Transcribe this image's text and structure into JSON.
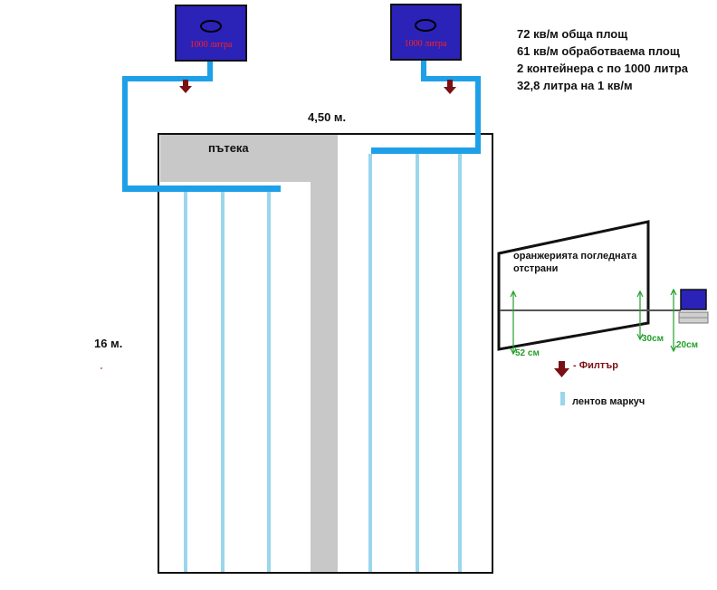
{
  "tanks": [
    {
      "label": "1000 литра"
    },
    {
      "label": "1000 литра"
    }
  ],
  "info_lines": [
    "72 кв/м обща площ",
    "61 кв/м обработваема площ",
    "2 контейнера с по 1000 литра",
    "32,8 литра на 1 кв/м"
  ],
  "dimensions": {
    "width": "4,50 м.",
    "length": "16 м."
  },
  "path_label": "пътека",
  "side_view": {
    "title": "оранжерията погледната отстрани",
    "heights": [
      "52 см",
      "30см",
      "20см"
    ]
  },
  "legend": {
    "filter": "- Филтър",
    "hose": "лентов маркуч"
  },
  "colors": {
    "tank_fill": "#2b22b8",
    "tank_text": "#ff2020",
    "supply_pipe": "#1ea0e8",
    "drip_hose": "#9ad6ec",
    "path": "#c8c8c8",
    "filter_arrow": "#7a0f14",
    "measure": "#22a02a"
  }
}
